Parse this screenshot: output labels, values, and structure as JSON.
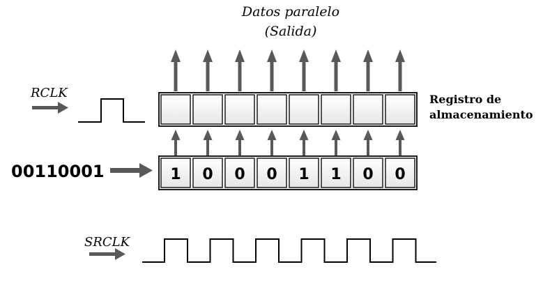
{
  "output_label": {
    "line1": "Datos paralelo",
    "line2": "(Salida)"
  },
  "rclk_label": "RCLK",
  "storage_label": {
    "line1": "Registro de",
    "line2": "almacenamiento"
  },
  "serial_input": "00110001",
  "shift_register_bits": [
    "1",
    "0",
    "0",
    "0",
    "1",
    "1",
    "0",
    "0"
  ],
  "storage_register_cells": [
    "",
    "",
    "",
    "",
    "",
    "",
    "",
    ""
  ],
  "srclk_label": "SRCLK",
  "srclk_pulse_count": 6,
  "colors": {
    "arrow": "#595959",
    "cell_fill": "#f2f2f2",
    "cell_border": "#1a1a1a",
    "text": "#000000"
  }
}
